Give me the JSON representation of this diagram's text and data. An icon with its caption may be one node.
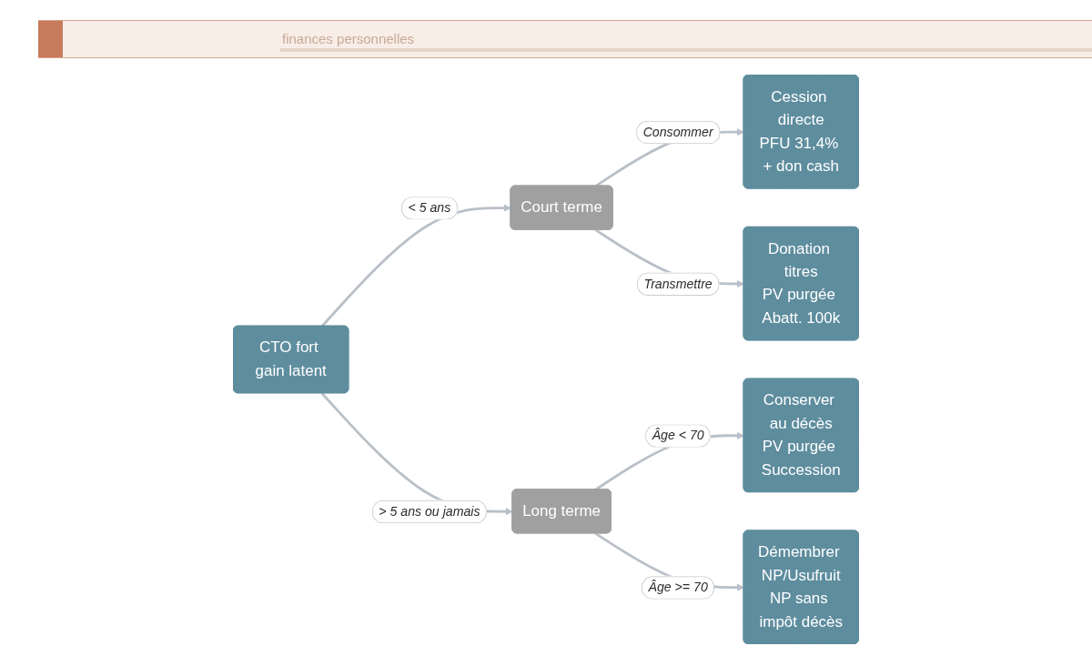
{
  "diagram": {
    "nodes": [
      {
        "text": [
          "CTO fort gain latent"
        ]
      },
      {
        "text": [
          "Court terme"
        ]
      },
      {
        "text": [
          "Cession directe",
          "PFU 31,4% + don cash"
        ]
      },
      {
        "text": [
          "Donation titres",
          "PV purgée Abatt. 100k"
        ]
      },
      {
        "text": [
          "Long terme"
        ]
      },
      {
        "text": [
          "Conserver au décès",
          "PV purgée Succession"
        ]
      },
      {
        "text": [
          "Démembrer NP/Usufruit",
          "NP sans impôt décès"
        ]
      }
    ],
    "edges": [
      {
        "from": 0,
        "to": 1,
        "arrow": "to",
        "label": "< 5 ans"
      },
      {
        "from": 1,
        "to": 2,
        "arrow": "to",
        "label": "Consommer"
      },
      {
        "from": 1,
        "to": 3,
        "arrow": "to",
        "label": "Transmettre"
      },
      {
        "from": 0,
        "to": 4,
        "arrow": "to",
        "label": "> 5 ans ou jamais"
      },
      {
        "from": 4,
        "to": 5,
        "arrow": "to",
        "label": "Âge < 70"
      },
      {
        "from": 4,
        "to": 6,
        "arrow": "to",
        "label": "Âge >= 70"
      }
    ],
    "labels": [
      "finances personnelles"
    ]
  }
}
